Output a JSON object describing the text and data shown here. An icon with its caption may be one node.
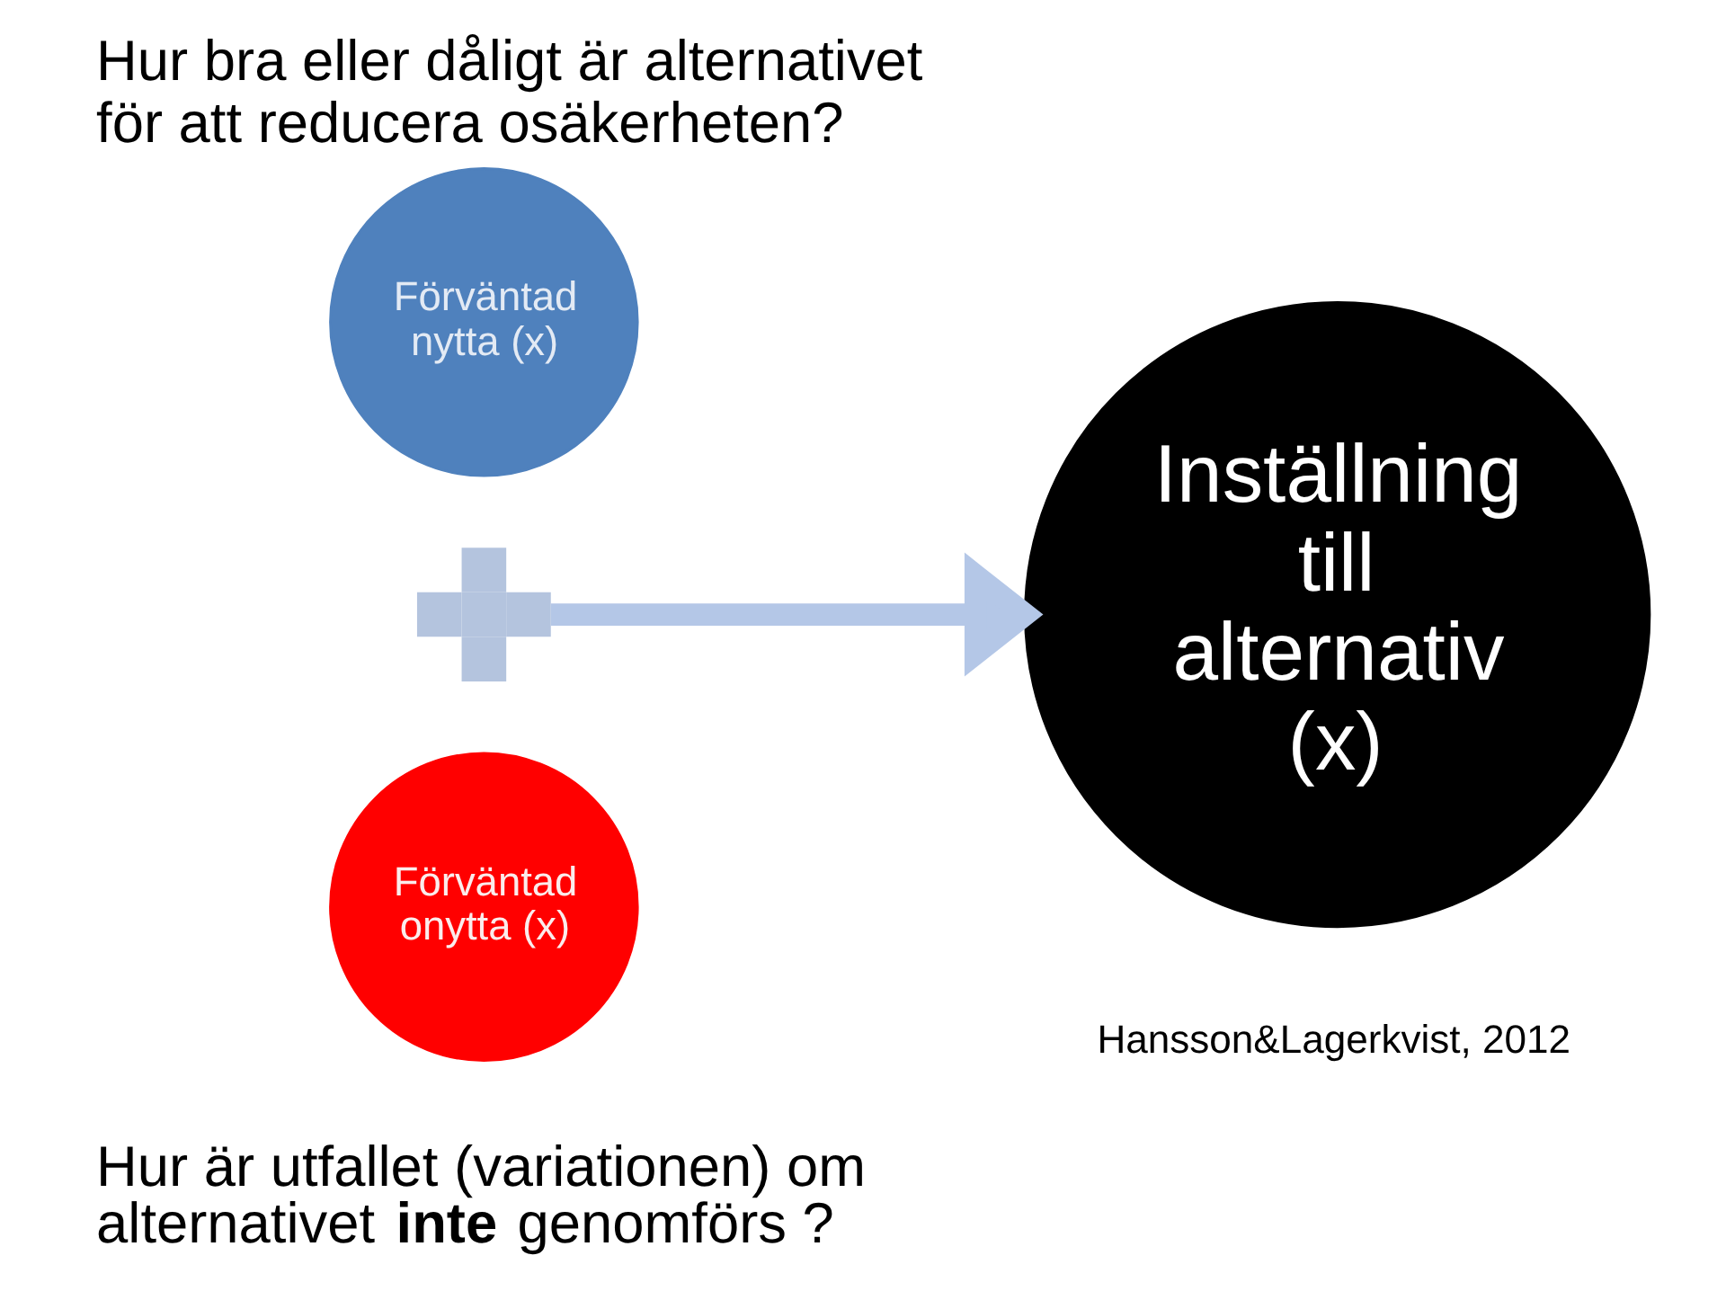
{
  "diagram": {
    "title": "Hur bra eller dåligt är alternativet för att reducera osäkerheten?",
    "nodes": [
      {
        "text": [
          "Förväntad nytta (x)"
        ]
      },
      {
        "text": [],
        "shape": "plus"
      },
      {
        "text": [
          "Förväntad onytta (x)"
        ]
      },
      {
        "text": [
          "Inställning till alternativ (x)"
        ]
      }
    ],
    "edges": [
      {
        "from": 1,
        "to": 3,
        "arrow": "to"
      }
    ],
    "labels": [
      "Hur är utfallet (variationen) om alternativet **inte** genomförs ?",
      "Hansson&Lagerkvist, 2012"
    ]
  }
}
